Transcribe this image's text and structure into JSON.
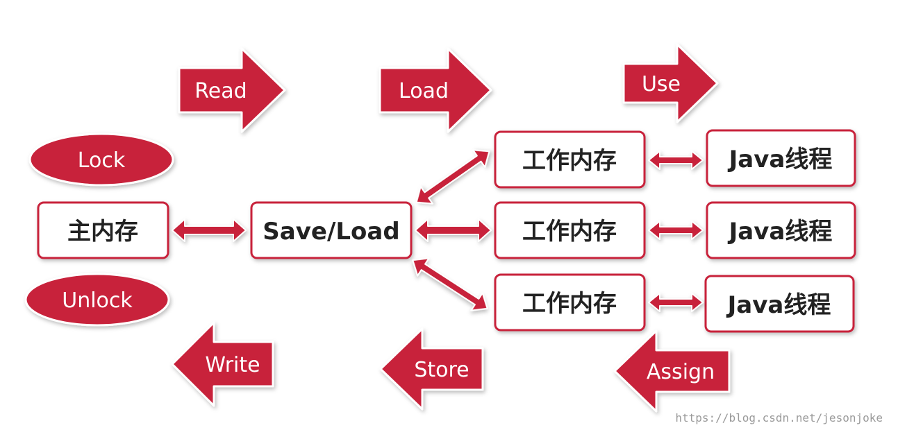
{
  "diagram": {
    "operations": {
      "read": "Read",
      "load": "Load",
      "use": "Use",
      "write": "Write",
      "store": "Store",
      "assign": "Assign"
    },
    "locks": {
      "lock": "Lock",
      "unlock": "Unlock"
    },
    "nodes": {
      "main_memory": "主内存",
      "save_load": "Save/Load",
      "working_memory": [
        "工作内存",
        "工作内存",
        "工作内存"
      ],
      "java_thread": [
        "Java线程",
        "Java线程",
        "Java线程"
      ]
    },
    "colors": {
      "accent": "#c8203a",
      "box_text": "#222222",
      "box_fill": "#ffffff"
    }
  },
  "watermark": "https://blog.csdn.net/jesonjoke"
}
